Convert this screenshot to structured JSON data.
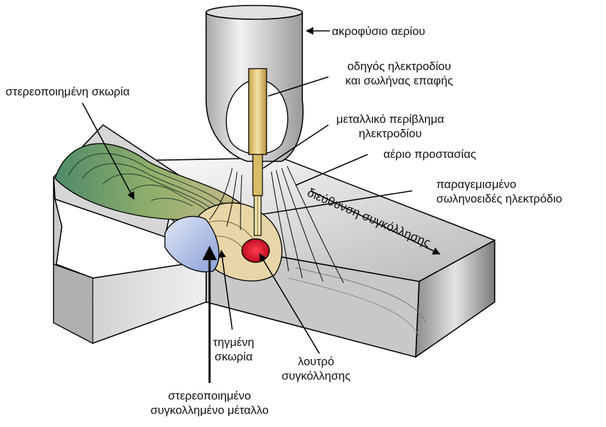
{
  "labels": {
    "gas_nozzle": "ακροφύσιο αερίου",
    "electrode_guide_line1": "οδηγός ηλεκτροδίου",
    "electrode_guide_line2": "και σωλήνας επαφής",
    "metal_sheath_line1": "μεταλλικό περίβλημα",
    "metal_sheath_line2": "ηλεκτροδίου",
    "shielding_gas": "αέριο προστασίας",
    "flux_cored_line1": "παραγεμισμένο",
    "flux_cored_line2": "σωληνοειδές ηλεκτρόδιο",
    "welding_direction": "διεύθυνση συγκόλλησης",
    "solidified_slag": "στερεοποιημένη σκωρία",
    "molten_slag_line1": "τηγμένη",
    "molten_slag_line2": "σκωρία",
    "weld_pool_line1": "λουτρό",
    "weld_pool_line2": "συγκόλλησης",
    "solidified_metal_line1": "στερεοποιημένο",
    "solidified_metal_line2": "συγκολλημένο μέταλλο"
  },
  "colors": {
    "metal_light": "#e6e6e6",
    "metal_dark": "#9a9a9a",
    "slag_green": "#6a9a5a",
    "bead_tan": "#e8d6a8",
    "weld_pool": "#d0102a",
    "blue_metal": "#9fb4e0",
    "contact_tube": "#e2c57a"
  }
}
